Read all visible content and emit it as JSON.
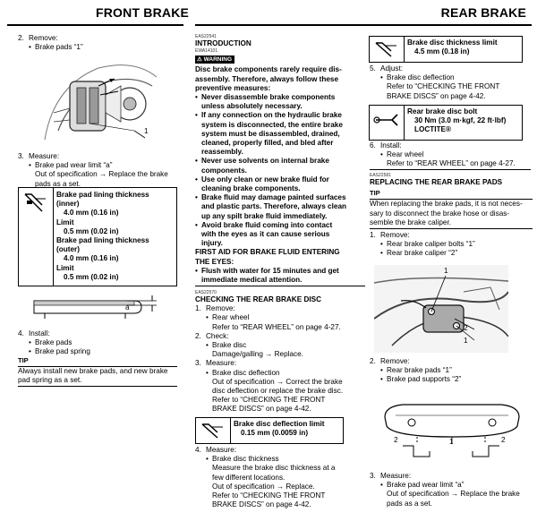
{
  "header": {
    "left": "FRONT BRAKE",
    "right": "REAR BRAKE"
  },
  "col1": {
    "step2": {
      "num": "2.",
      "label": "Remove:",
      "items": [
        "Brake pads “1”"
      ]
    },
    "fig1_callout": "1",
    "step3": {
      "num": "3.",
      "label": "Measure:",
      "item": "Brake pad wear limit “a”",
      "line1": "Out of specification → Replace the brake",
      "line2": "pads as a set."
    },
    "spec1": {
      "l1": "Brake pad lining thickness",
      "l1b": "(inner)",
      "v1": "4.0 mm (0.16 in)",
      "limit": "Limit",
      "v2": "0.5 mm (0.02 in)",
      "l2": "Brake pad lining thickness",
      "l2b": "(outer)",
      "v3": "4.0 mm (0.16 in)",
      "limit2": "Limit",
      "v4": "0.5 mm (0.02 in)"
    },
    "fig2_callout": "a",
    "step4": {
      "num": "4.",
      "label": "Install:",
      "items": [
        "Brake pads",
        "Brake pad spring"
      ]
    },
    "tip": {
      "label": "TIP",
      "l1": "Always install new brake pads, and new brake",
      "l2": "pad spring as a set."
    }
  },
  "col2": {
    "code1": "EAS22541",
    "intro_title": "INTRODUCTION",
    "code2": "EWA14101",
    "warning": "WARNING",
    "p1": [
      "Disc brake components rarely require dis-",
      "assembly. Therefore, always follow these",
      "preventive measures:"
    ],
    "bullets": [
      [
        "Never disassemble brake components",
        "unless absolutely necessary."
      ],
      [
        "If any connection on the hydraulic brake",
        "system is disconnected, the entire brake",
        "system must be disassembled, drained,",
        "cleaned, properly filled, and bled after",
        "reassembly."
      ],
      [
        "Never use solvents on internal brake",
        "components."
      ],
      [
        "Use only clean or new brake fluid for",
        "cleaning brake components."
      ],
      [
        "Brake fluid may damage painted surfaces",
        "and plastic parts. Therefore, always clean",
        "up any spilt brake fluid immediately."
      ],
      [
        "Avoid brake fluid coming into contact",
        "with the eyes as it can cause serious",
        "injury."
      ]
    ],
    "first_aid": [
      "FIRST AID FOR BRAKE FLUID ENTERING",
      "THE EYES:"
    ],
    "first_aid_bullet": [
      "Flush with water for 15 minutes and get",
      "immediate medical attention."
    ],
    "code3": "EAS22570",
    "check_title": "CHECKING THE REAR BRAKE DISC",
    "s1": {
      "num": "1.",
      "label": "Remove:",
      "item": "Rear wheel",
      "ref": "Refer to “REAR WHEEL” on page 4-27."
    },
    "s2": {
      "num": "2.",
      "label": "Check:",
      "item": "Brake disc",
      "desc": "Damage/galling → Replace."
    },
    "s3": {
      "num": "3.",
      "label": "Measure:",
      "item": "Brake disc deflection",
      "lines": [
        "Out of specification → Correct the brake",
        "disc deflection or replace the brake disc.",
        "Refer to “CHECKING THE FRONT",
        "BRAKE DISCS” on page 4-42."
      ]
    },
    "spec": {
      "l1": "Brake disc deflection limit",
      "v1": "0.15 mm (0.0059 in)"
    },
    "s4": {
      "num": "4.",
      "label": "Measure:",
      "item": "Brake disc thickness",
      "lines": [
        "Measure the brake disc thickness at a",
        "few different locations.",
        "Out of specification → Replace.",
        "Refer to “CHECKING THE FRONT",
        "BRAKE DISCS” on page 4-42."
      ]
    }
  },
  "col3": {
    "spec1": {
      "l1": "Brake disc thickness limit",
      "v1": "4.5 mm (0.18 in)"
    },
    "s5": {
      "num": "5.",
      "label": "Adjust:",
      "item": "Brake disc deflection",
      "lines": [
        "Refer to “CHECKING THE FRONT",
        "BRAKE DISCS” on page 4-42."
      ]
    },
    "spec2": {
      "l1": "Rear brake disc bolt",
      "v1": "30 Nm (3.0 m·kgf, 22 ft·lbf)",
      "v2": "LOCTITE®"
    },
    "s6": {
      "num": "6.",
      "label": "Install:",
      "item": "Rear wheel",
      "ref": "Refer to “REAR WHEEL” on page 4-27."
    },
    "code": "EAS22581",
    "title": "REPLACING THE REAR BRAKE PADS",
    "tip_label": "TIP",
    "tip_lines": [
      "When replacing the brake pads, it is not neces-",
      "sary to disconnect the brake hose or disas-",
      "semble the brake caliper."
    ],
    "r1": {
      "num": "1.",
      "label": "Remove:",
      "items": [
        "Rear brake caliper bolts “1”",
        "Rear brake caliper “2”"
      ]
    },
    "fig_callouts": [
      "1",
      "2",
      "1"
    ],
    "r2": {
      "num": "2.",
      "label": "Remove:",
      "items": [
        "Rear brake pads “1”",
        "Brake pad supports “2”"
      ]
    },
    "fig2_callouts": [
      "2",
      "1",
      "2"
    ],
    "r3": {
      "num": "3.",
      "label": "Measure:",
      "item": "Brake pad wear limit “a”",
      "lines": [
        "Out of specification → Replace the brake",
        "pads as a set."
      ]
    }
  }
}
